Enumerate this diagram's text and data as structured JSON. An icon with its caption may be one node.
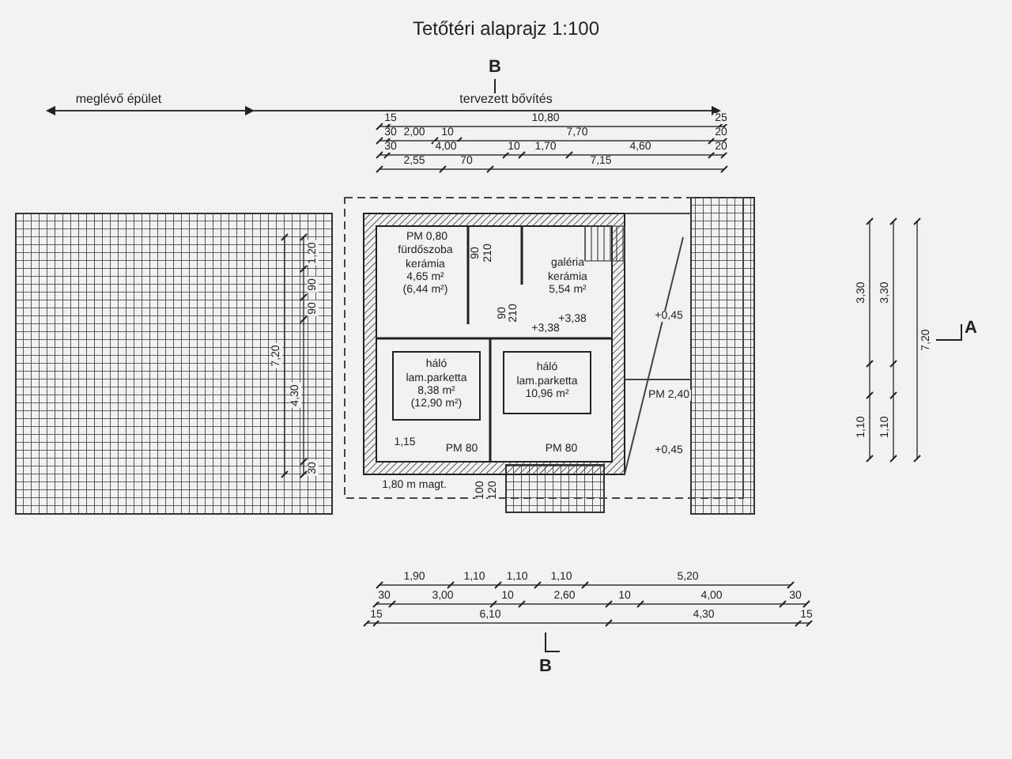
{
  "diagram": {
    "title": "Tetőtéri alaprajz 1:100",
    "nodes": [
      {
        "text": [
          "fürdőszoba",
          "kerámia",
          "4,65 m²",
          "(6,44 m²)"
        ]
      },
      {
        "text": [
          "galéria",
          "kerámia",
          "5,54 m²"
        ]
      },
      {
        "text": [
          "háló",
          "lam.parketta",
          "8,38 m²",
          "(12,90 m²)"
        ]
      },
      {
        "text": [
          "háló",
          "lam.parketta",
          "10,96 m²"
        ]
      }
    ],
    "labels": [
      "meglévő épület",
      "tervezett bővítés",
      "B",
      "15",
      "10,80",
      "25",
      "30",
      "2,00",
      "10",
      "7,70",
      "20",
      "30",
      "4,00",
      "10",
      "1,70",
      "4,60",
      "20",
      "2,55",
      "70",
      "7,15",
      "1,90",
      "1,10",
      "1,10",
      "1,10",
      "5,20",
      "30",
      "3,00",
      "10",
      "2,60",
      "10",
      "4,00",
      "30",
      "15",
      "6,10",
      "4,30",
      "15",
      "B",
      "A",
      "7,20",
      "4,30",
      "1,20",
      "90",
      "90",
      "30",
      "7,20",
      "3,30",
      "3,30",
      "1,10",
      "1,10",
      "PM 0,80",
      "90",
      "210",
      "90",
      "210",
      "+3,38",
      "+3,38",
      "1,15",
      "PM 80",
      "PM 80",
      "1,80 m magt.",
      "100",
      "120",
      "+0,45",
      "PM 2,40",
      "+0,45"
    ]
  }
}
